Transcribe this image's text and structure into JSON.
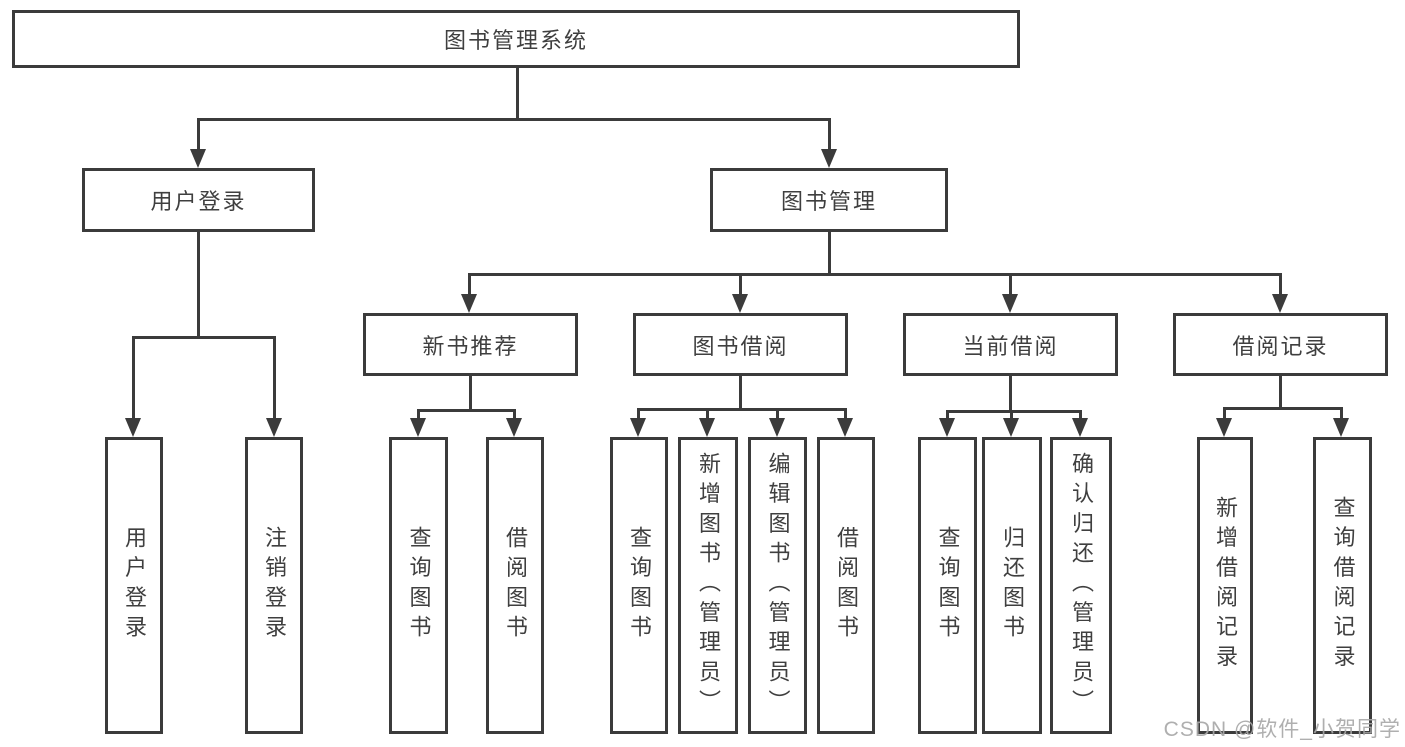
{
  "diagram": {
    "title": "图书管理系统",
    "level2": {
      "user_login": "用户登录",
      "book_mgmt": "图书管理"
    },
    "level3": {
      "new_book_rec": "新书推荐",
      "book_borrow": "图书借阅",
      "current_borrow": "当前借阅",
      "borrow_records": "借阅记录"
    },
    "leaves": {
      "user_login": "用户登录",
      "logout": "注销登录",
      "nb_query": "查询图书",
      "nb_borrow": "借阅图书",
      "bb_query": "查询图书",
      "bb_add": "新增图书（管理员）",
      "bb_edit": "编辑图书（管理员）",
      "bb_borrow": "借阅图书",
      "cb_query": "查询图书",
      "cb_return": "归还图书",
      "cb_confirm": "确认归还（管理员）",
      "br_add": "新增借阅记录",
      "br_query": "查询借阅记录"
    }
  },
  "watermark": "CSDN @软件_小贺同学",
  "colors": {
    "line": "#3b3b3b",
    "text": "#3f3f3f",
    "background": "#ffffff",
    "watermark": "#a8a8a8"
  }
}
